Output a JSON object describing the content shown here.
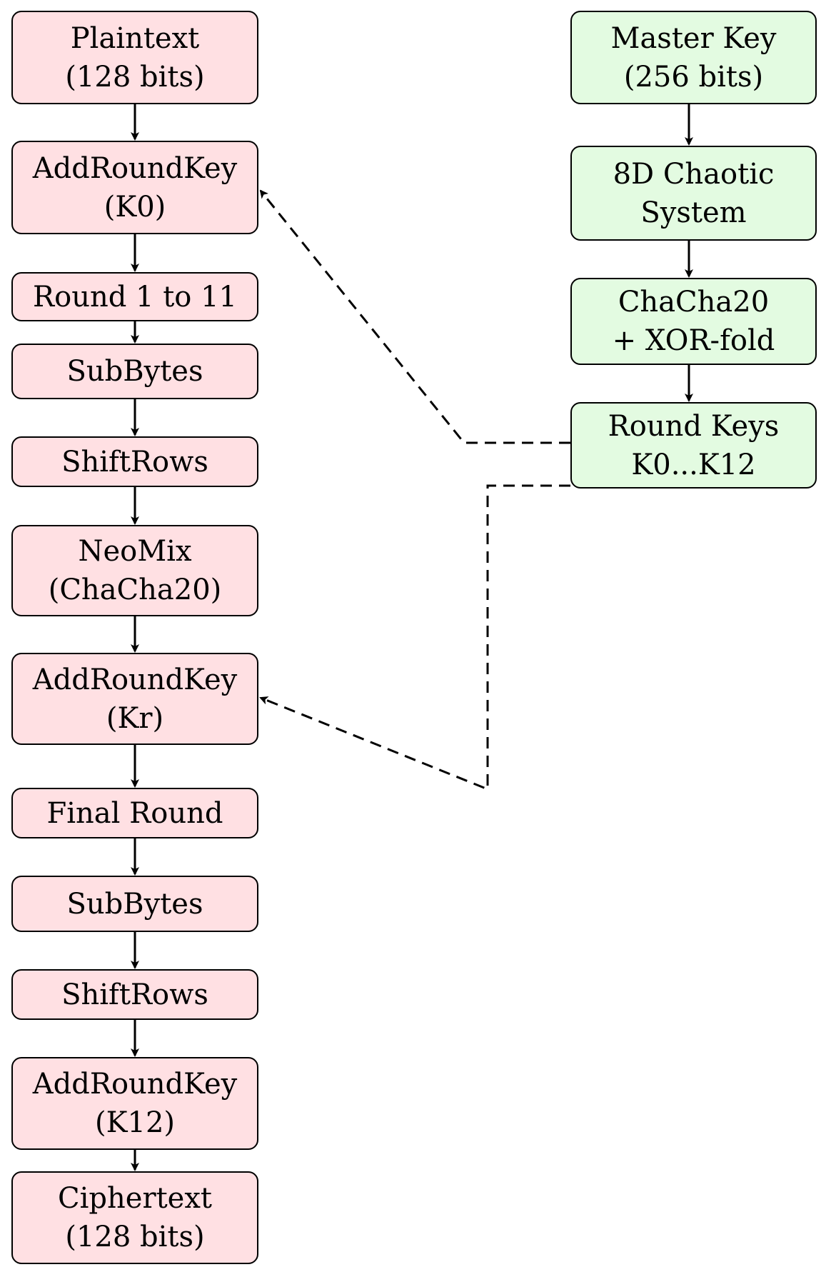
{
  "colors": {
    "encryption_box_fill": "#ffe0e3",
    "key_box_fill": "#e3fbe1",
    "stroke": "#000000"
  },
  "encryption_path": {
    "plaintext": {
      "line1": "Plaintext",
      "line2": "(128 bits)"
    },
    "add_round_key_k0": {
      "line1": "AddRoundKey",
      "line2": "(K0)"
    },
    "round_1_to_11": {
      "line1": "Round 1 to 11"
    },
    "sub_bytes_1": {
      "line1": "SubBytes"
    },
    "shift_rows_1": {
      "line1": "ShiftRows"
    },
    "neomix": {
      "line1": "NeoMix",
      "line2": "(ChaCha20)"
    },
    "add_round_key_kr": {
      "line1": "AddRoundKey",
      "line2": "(Kr)"
    },
    "final_round": {
      "line1": "Final Round"
    },
    "sub_bytes_2": {
      "line1": "SubBytes"
    },
    "shift_rows_2": {
      "line1": "ShiftRows"
    },
    "add_round_key_k12": {
      "line1": "AddRoundKey",
      "line2": "(K12)"
    },
    "ciphertext": {
      "line1": "Ciphertext",
      "line2": "(128 bits)"
    }
  },
  "key_schedule": {
    "master_key": {
      "line1": "Master Key",
      "line2": "(256 bits)"
    },
    "chaotic_system": {
      "line1": "8D Chaotic",
      "line2": "System"
    },
    "chacha_xor": {
      "line1": "ChaCha20",
      "line2": "+ XOR-fold"
    },
    "round_keys": {
      "line1": "Round Keys",
      "line2": "K0...K12"
    }
  },
  "arrow_styles": {
    "flow": "solid",
    "key_injection": "dashed"
  }
}
